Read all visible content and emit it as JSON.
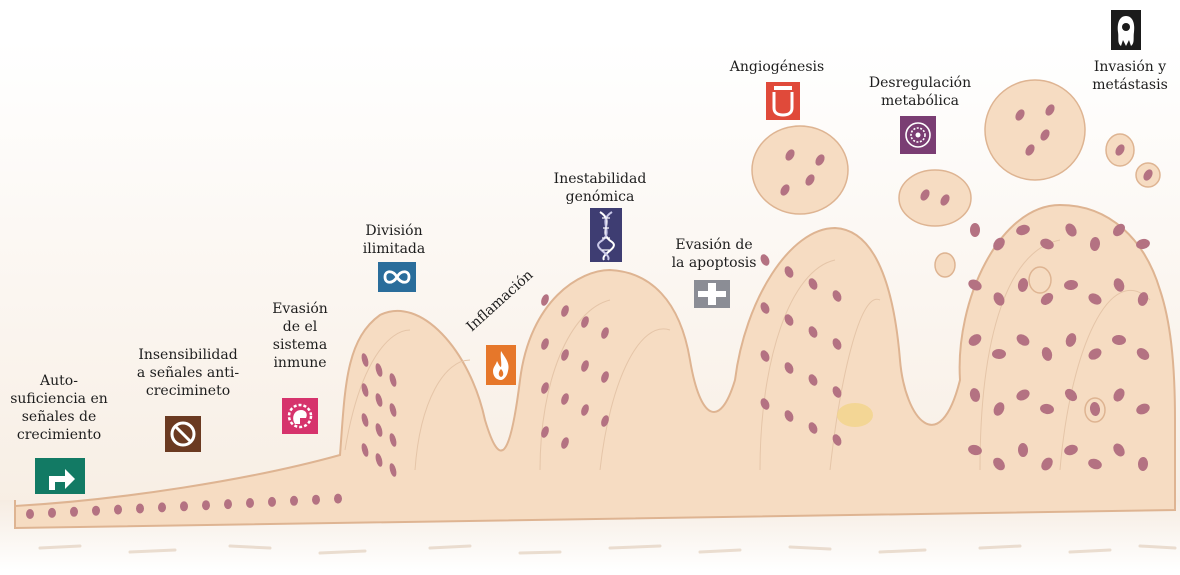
{
  "labels": {
    "autosuficiencia": "Auto-\nsuficiencia en\nseñales de\ncrecimiento",
    "insensibilidad": "Insensibilidad\na señales anti-\ncrecimineto",
    "evasion_inmune": "Evasión\nde el\nsistema\ninmune",
    "division": "División\nilimitada",
    "inflamacion": "Inflamación",
    "inestabilidad": "Inestabilidad\ngenómica",
    "apoptosis": "Evasión de\nla apoptosis",
    "angiogenesis": "Angiogénesis",
    "desregulacion": "Desregulación\nmetabólica",
    "invasion": "Invasión y\nmetástasis"
  },
  "icons": {
    "autosuficiencia": {
      "name": "turn-right-arrow-icon",
      "color": "#127a64"
    },
    "insensibilidad": {
      "name": "prohibition-icon",
      "color": "#6b3a21"
    },
    "evasion_inmune": {
      "name": "immune-cell-icon",
      "color": "#d6336c"
    },
    "division": {
      "name": "infinity-icon",
      "color": "#2a6d9b"
    },
    "inflamacion": {
      "name": "flame-icon",
      "color": "#e6772a"
    },
    "inestabilidad": {
      "name": "dna-helix-icon",
      "color": "#3e3d72"
    },
    "apoptosis": {
      "name": "cross-icon",
      "color": "#8b8d95"
    },
    "angiogenesis": {
      "name": "vessel-icon",
      "color": "#e04a3a"
    },
    "desregulacion": {
      "name": "atom-icon",
      "color": "#7a3d73"
    },
    "invasion": {
      "name": "escaping-cell-icon",
      "color": "#1b1b1b"
    }
  },
  "colors": {
    "tissue": "#f6dcc2",
    "tissue_edge": "#deb492",
    "nucleus": "#b47282",
    "stroma": "#f1e7dc"
  }
}
